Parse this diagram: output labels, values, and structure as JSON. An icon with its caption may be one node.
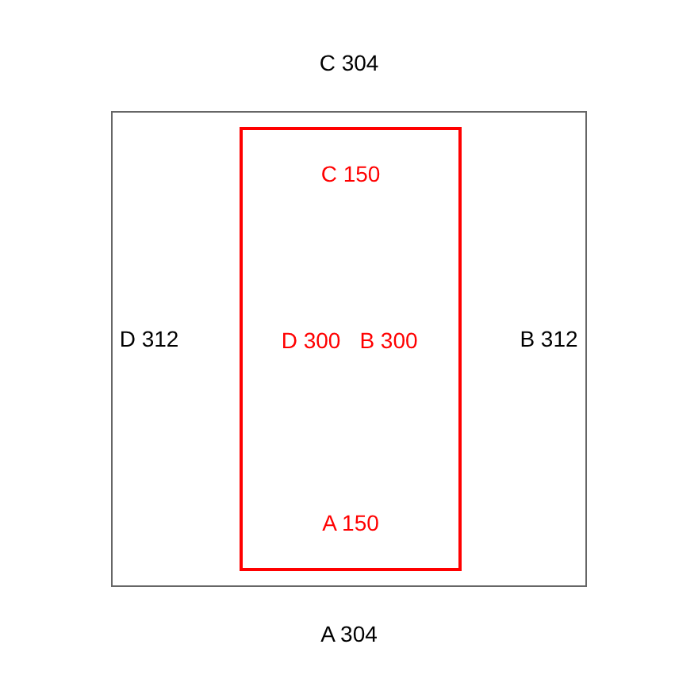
{
  "diagram": {
    "nodes": [
      {
        "text": [
          "C 304",
          "D 312",
          "B 312",
          "A 304"
        ]
      },
      {
        "text": [
          "C 150",
          "D 300",
          "B 300",
          "A 150"
        ],
        "in": 0
      }
    ]
  }
}
